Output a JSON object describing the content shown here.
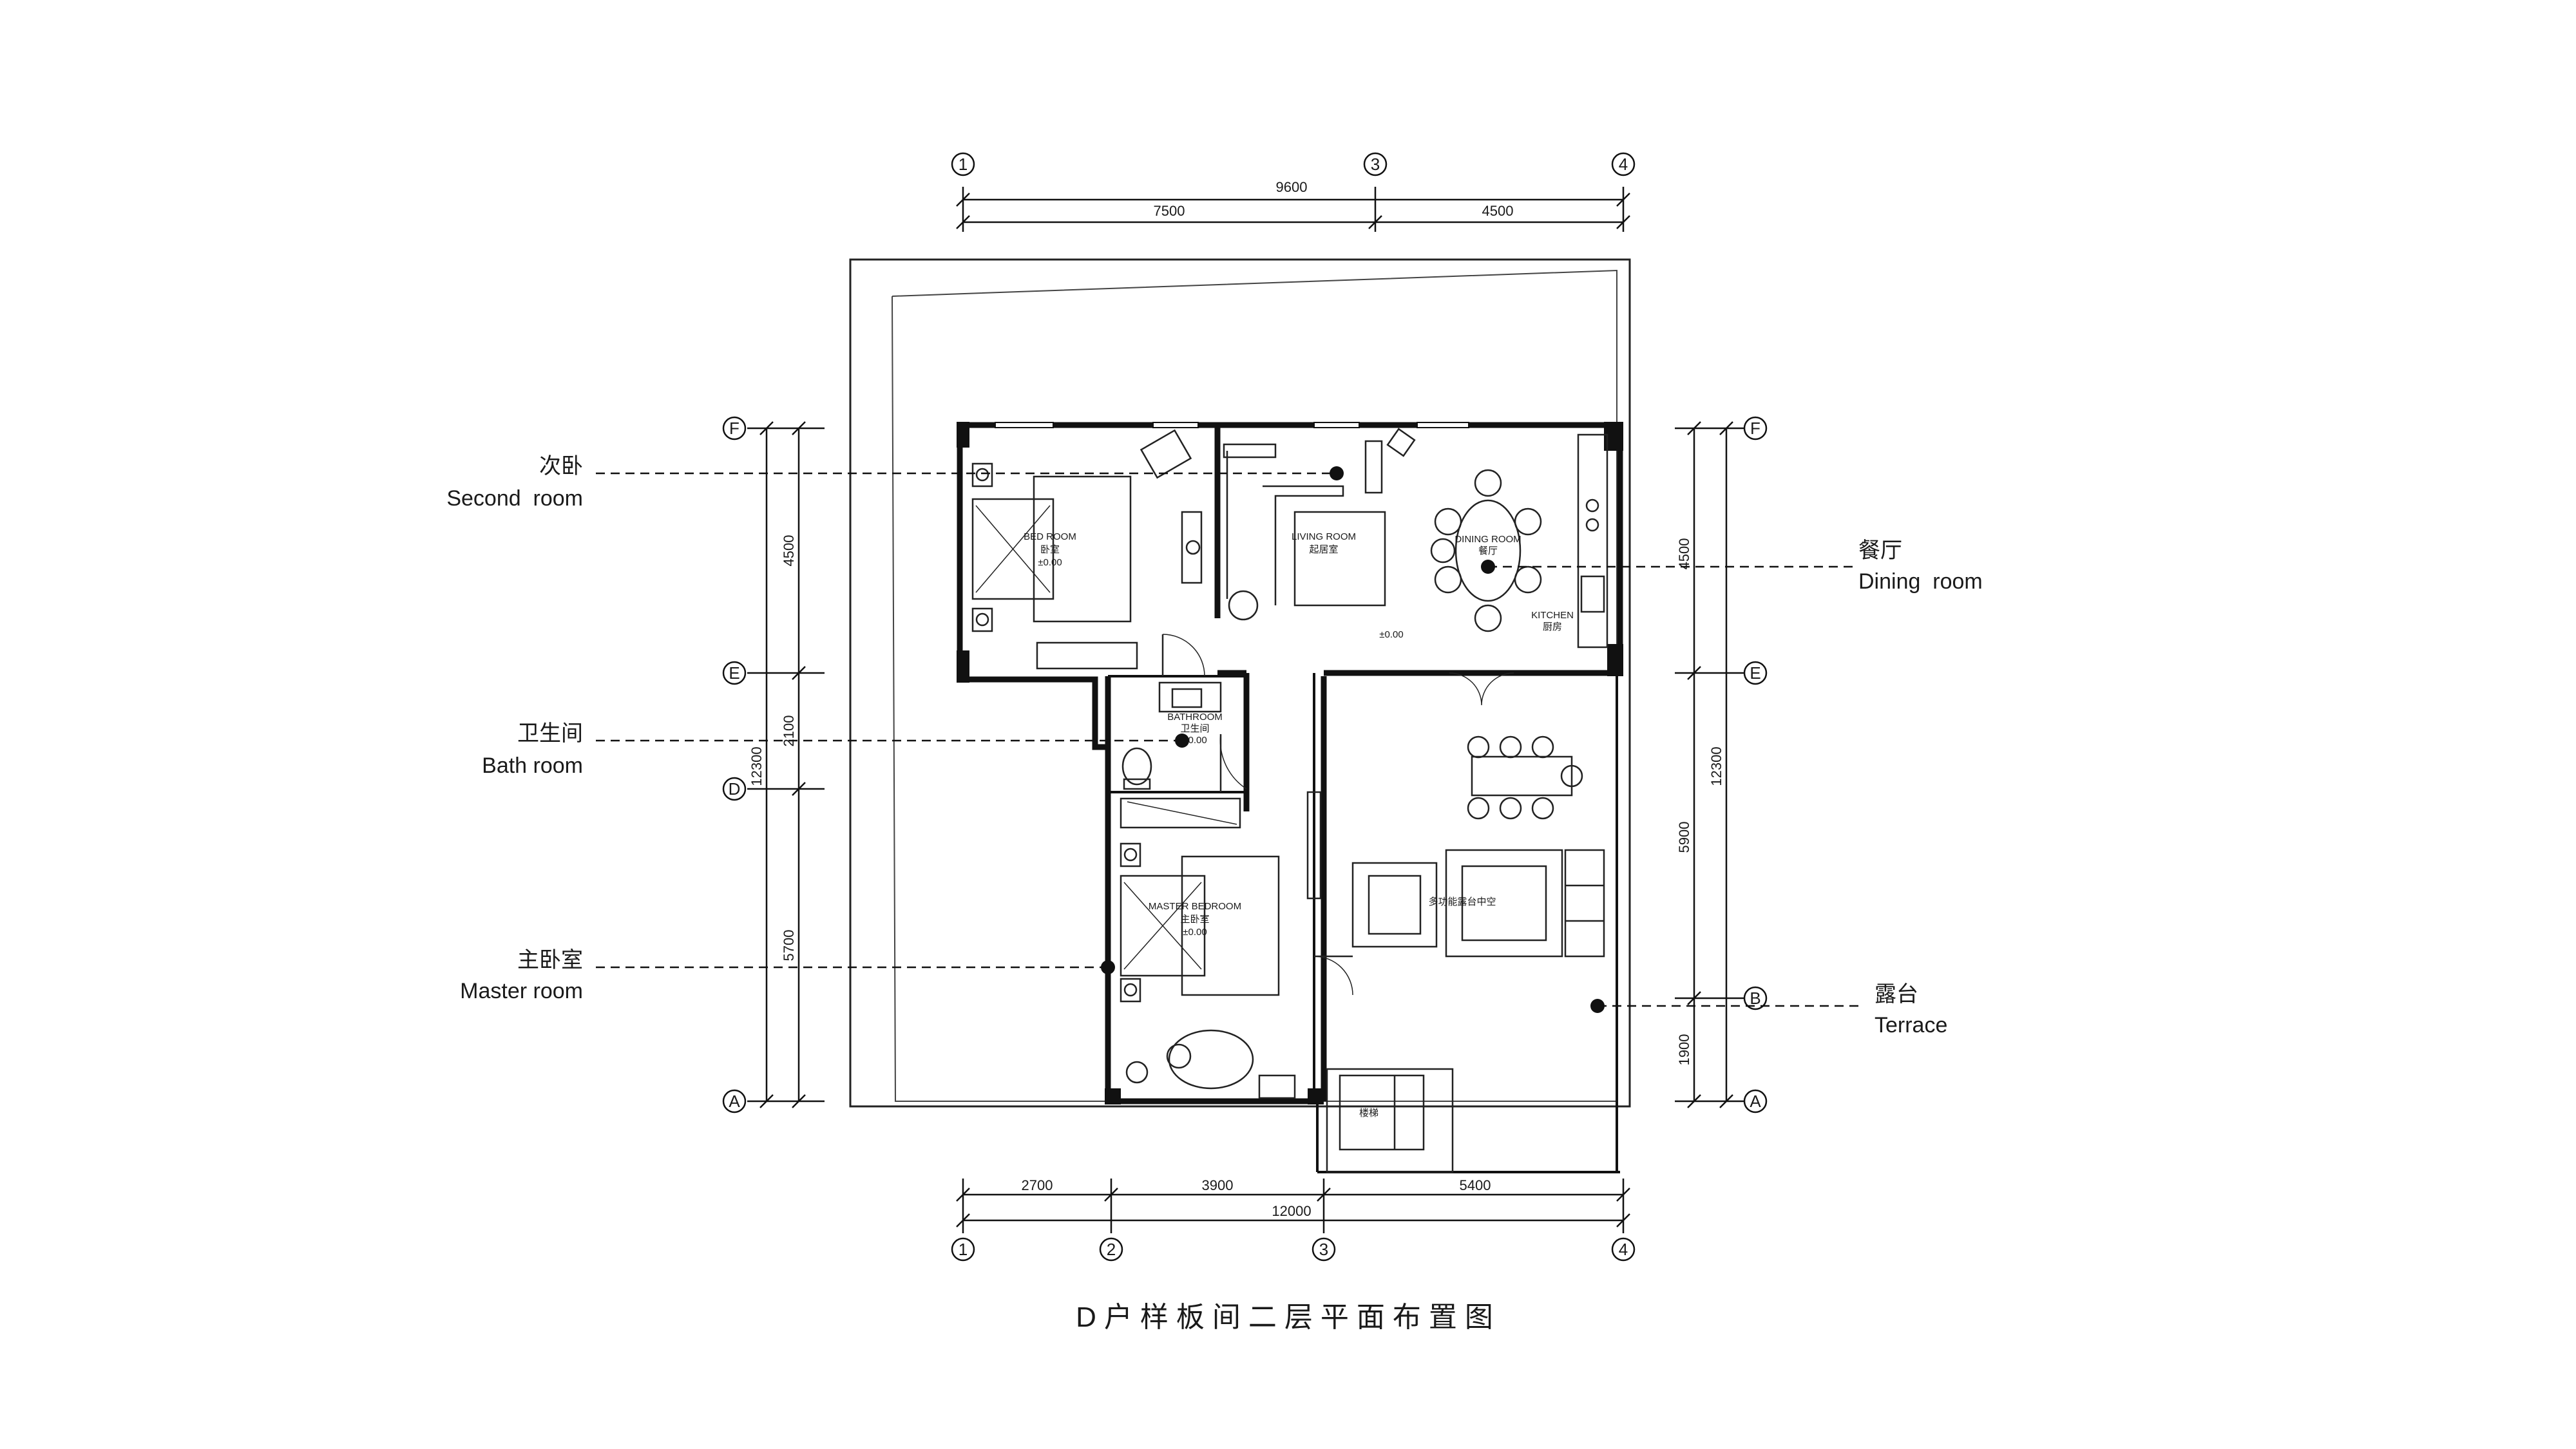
{
  "title": "D户样板间二层平面布置图",
  "dimensions": {
    "top_total": "9600",
    "top_seg1": "7500",
    "top_seg2": "4500",
    "bottom_total": "12000",
    "bottom_seg1": "2700",
    "bottom_seg2": "3900",
    "bottom_seg3": "5400",
    "left_total": "12300",
    "left_seg_top": "4500",
    "left_seg_mid": "2100",
    "left_seg_bottom": "5700",
    "right_total": "12300",
    "right_seg_top": "4500",
    "right_seg_mid": "5900",
    "right_seg_bottom": "1900"
  },
  "axes": {
    "col_1": "1",
    "col_2": "2",
    "col_3": "3",
    "col_4": "4",
    "row_A": "A",
    "row_B": "B",
    "row_D": "D",
    "row_E": "E",
    "row_F": "F"
  },
  "callouts": {
    "second_room_cn": "次卧",
    "second_room_en": "Second  room",
    "bath_room_cn": "卫生间",
    "bath_room_en": "Bath room",
    "master_room_cn": "主卧室",
    "master_room_en": "Master room",
    "dining_room_cn": "餐厅",
    "dining_room_en": "Dining  room",
    "terrace_cn": "露台",
    "terrace_en": "Terrace"
  },
  "room_labels": {
    "bedroom_en": "BED ROOM",
    "bedroom_cn": "卧室",
    "bedroom_level": "±0.00",
    "living_en": "LIVING ROOM",
    "living_cn": "起居室",
    "dining_en": "DINING ROOM",
    "dining_cn": "餐厅",
    "kitchen_en": "KITCHEN",
    "kitchen_cn": "厨房",
    "living_level": "±0.00",
    "bathroom_en": "BATHROOM",
    "bathroom_cn": "卫生间",
    "bathroom_level": "±0.00",
    "master_en": "MASTER BEDROOM",
    "master_cn": "主卧室",
    "master_level": "±0.00",
    "atrium_cn": "多功能露台中空",
    "stair_cn": "楼梯"
  }
}
